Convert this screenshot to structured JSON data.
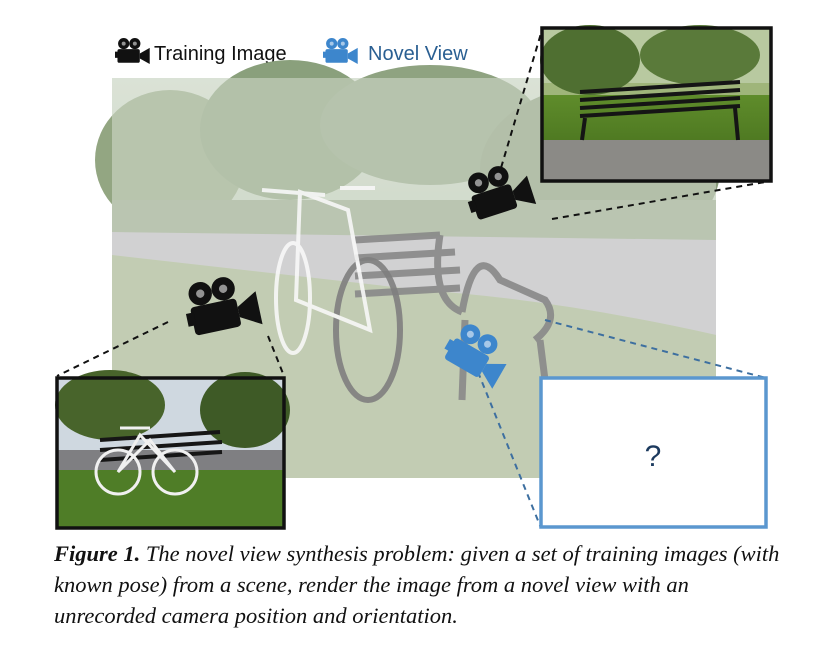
{
  "legend": {
    "training_label": "Training Image",
    "novel_label": "Novel View"
  },
  "novel_view_box": {
    "text": "?"
  },
  "caption": {
    "label": "Figure 1.",
    "text": " The novel view synthesis problem: given a set of training images (with known pose) from a scene, render the image from a novel view with an unrecorded camera position and orientation."
  },
  "colors": {
    "training_camera": "#111111",
    "novel_camera": "#3d86cc",
    "novel_box_border": "#5b97cf",
    "question_mark": "#1c3a5e",
    "caption_text": "#111111"
  },
  "icons": {
    "training_camera": "movie-camera-icon",
    "novel_camera": "movie-camera-icon"
  }
}
